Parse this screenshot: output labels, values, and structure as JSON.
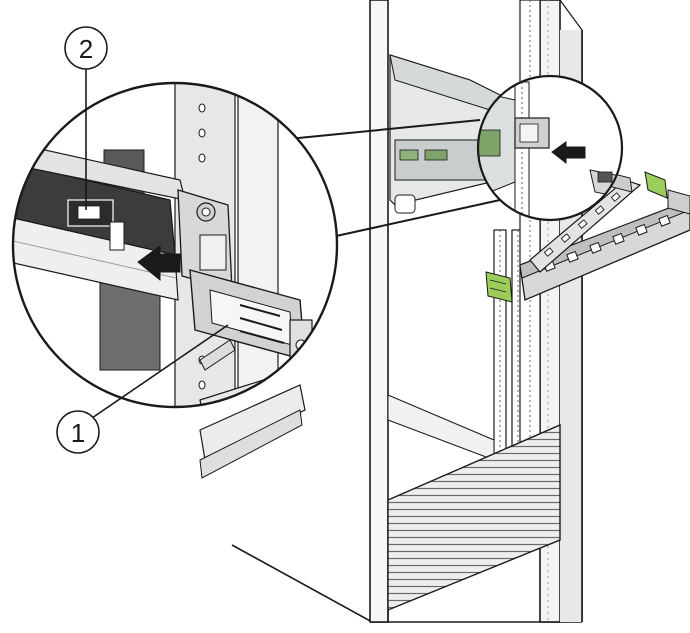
{
  "callouts": [
    {
      "id": "1",
      "label": "1"
    },
    {
      "id": "2",
      "label": "2"
    }
  ],
  "colors": {
    "outline": "#1a1a1a",
    "rack_face": "#f4f4f4",
    "rack_shade": "#d9d9d9",
    "rail_dark": "#3c3c3c",
    "connector_green": "#9ccc5a",
    "server_grey": "#cfd3d3"
  },
  "icons": [
    "arrow-left-icon",
    "arrow-left-icon-small"
  ]
}
